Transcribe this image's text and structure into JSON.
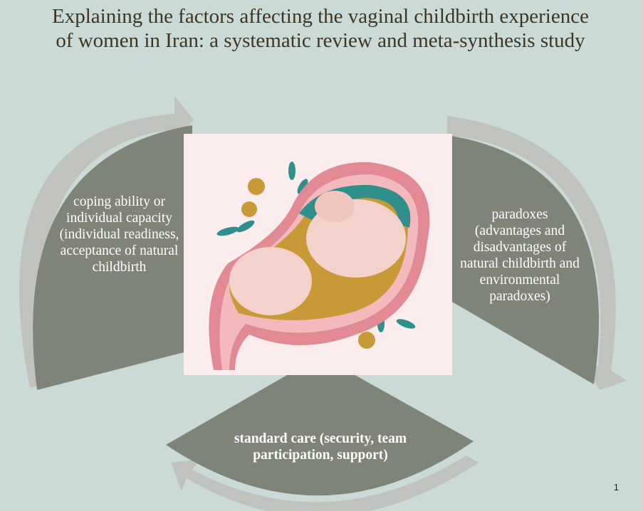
{
  "slide": {
    "title": "Explaining the factors affecting the vaginal childbirth experience of women in Iran: a systematic review and meta-synthesis study",
    "segments": [
      {
        "text": "coping ability or individual capacity (individual readiness, acceptance of natural childbirth"
      },
      {
        "text": "paradoxes (advantages and disadvantages of natural childbirth and environmental paradoxes)"
      },
      {
        "text": "standard care (security, team participation, support)"
      }
    ],
    "page_number": "1",
    "colors": {
      "background": "#c9dad7",
      "segment": "#7f8479",
      "arrow": "#bfc2bd",
      "title": "#3f3520"
    }
  }
}
